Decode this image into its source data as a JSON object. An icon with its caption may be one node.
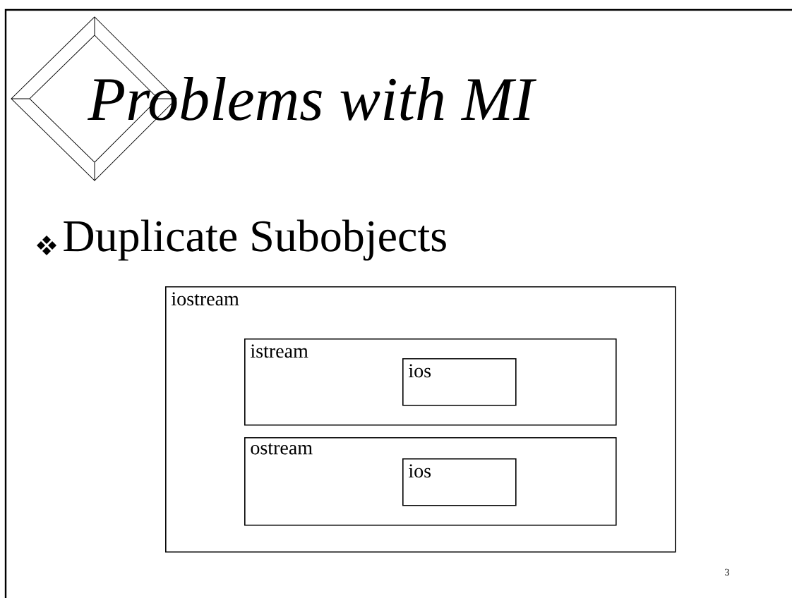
{
  "diagram": {
    "title": "Problems with MI",
    "nodes": [
      {
        "text": [
          "iostream"
        ]
      },
      {
        "text": [
          "istream"
        ],
        "in": 0
      },
      {
        "text": [
          "ios"
        ],
        "in": 1
      },
      {
        "text": [
          "ostream"
        ],
        "in": 0
      },
      {
        "text": [
          "ios"
        ],
        "in": 3
      }
    ],
    "labels": [
      "Duplicate Subobjects",
      "3"
    ]
  }
}
